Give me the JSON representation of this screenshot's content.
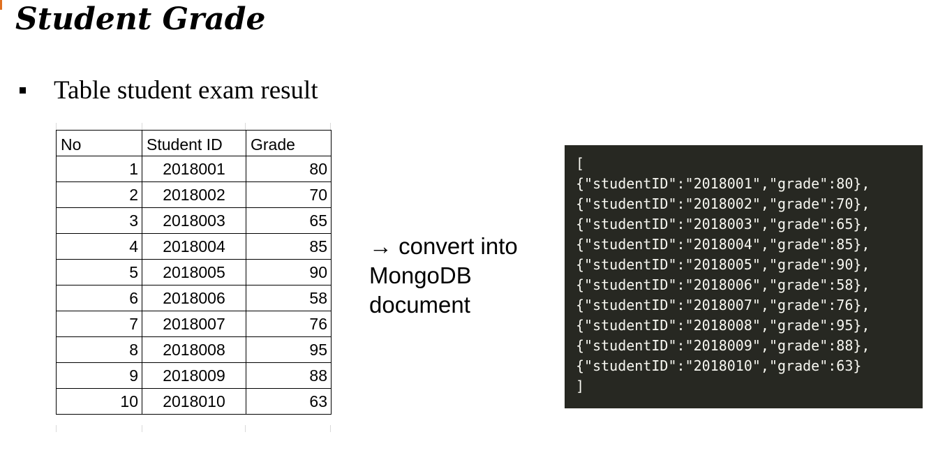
{
  "slide": {
    "title": "Student Grade",
    "bullet": "Table student exam result"
  },
  "table": {
    "headers": [
      "No",
      "Student ID",
      "Grade"
    ],
    "rows": [
      [
        "1",
        "2018001",
        "80"
      ],
      [
        "2",
        "2018002",
        "70"
      ],
      [
        "3",
        "2018003",
        "65"
      ],
      [
        "4",
        "2018004",
        "85"
      ],
      [
        "5",
        "2018005",
        "90"
      ],
      [
        "6",
        "2018006",
        "58"
      ],
      [
        "7",
        "2018007",
        "76"
      ],
      [
        "8",
        "2018008",
        "95"
      ],
      [
        "9",
        "2018009",
        "88"
      ],
      [
        "10",
        "2018010",
        "63"
      ]
    ]
  },
  "convert_text": "→ convert into\nMongoDB\ndocument",
  "code_lines": [
    "[",
    "{\"studentID\":\"2018001\",\"grade\":80},",
    "{\"studentID\":\"2018002\",\"grade\":70},",
    "{\"studentID\":\"2018003\",\"grade\":65},",
    "{\"studentID\":\"2018004\",\"grade\":85},",
    "{\"studentID\":\"2018005\",\"grade\":90},",
    "{\"studentID\":\"2018006\",\"grade\":58},",
    "{\"studentID\":\"2018007\",\"grade\":76},",
    "{\"studentID\":\"2018008\",\"grade\":95},",
    "{\"studentID\":\"2018009\",\"grade\":88},",
    "{\"studentID\":\"2018010\",\"grade\":63}",
    "]"
  ],
  "colors": {
    "code_background": "#272822",
    "code_text": "#f8f8f2",
    "accent": "#e07020"
  }
}
